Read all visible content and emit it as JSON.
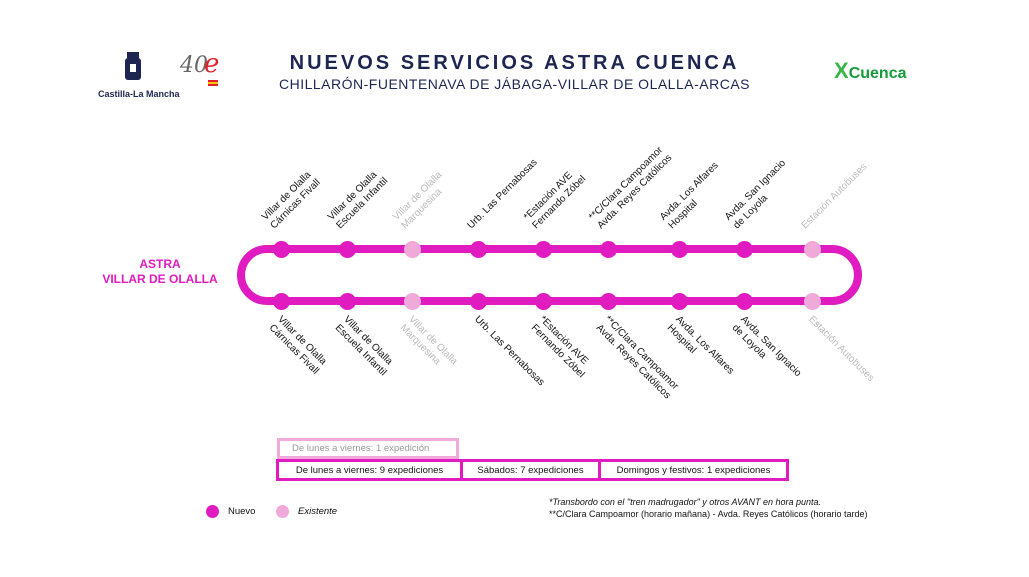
{
  "header": {
    "title": "NUEVOS SERVICIOS ASTRA CUENCA",
    "subtitle": "CHILLARÓN-FUENTENAVA DE JÁBAGA-VILLAR DE OLALLA-ARCAS"
  },
  "logos": {
    "clm": "Castilla-La Mancha",
    "anniversary": "40e",
    "xcuenca_x": "X",
    "xcuenca": "Cuenca"
  },
  "line": {
    "name_1": "ASTRA",
    "name_2": "VILLAR DE OLALLA",
    "color_new": "#e01bbf",
    "color_existing": "#f1a9d9"
  },
  "stops": [
    {
      "label": "Villar de Olalla\nCárnicas Fivall",
      "type": "new"
    },
    {
      "label": "Villar de Olalla\nEscuela Infantil",
      "type": "new"
    },
    {
      "label": "Villar de Olalla\nMarquesina",
      "type": "existing"
    },
    {
      "label": "Urb. Las Pernabosas",
      "type": "new"
    },
    {
      "label": "*Estación AVE\nFernando Zóbel",
      "type": "new"
    },
    {
      "label": "**C/Clara Campoamor\nAvda. Reyes Católicos",
      "type": "new"
    },
    {
      "label": "Avda. Los Alfares\nHospital",
      "type": "new"
    },
    {
      "label": "Avda. San Ignacio\nde Loyola",
      "type": "new"
    },
    {
      "label": "Estación Autobuses",
      "type": "existing"
    }
  ],
  "schedule": {
    "existing": "De lunes a viernes:  1 expedición",
    "new": [
      "De lunes a viernes: 9 expediciones",
      "Sábados: 7 expediciones",
      "Domingos y festivos: 1 expediciones"
    ]
  },
  "legend": {
    "new": "Nuevo",
    "existing": "Existente"
  },
  "notes": [
    "*Transbordo con el \"tren madrugador\" y otros AVANT en hora punta.",
    "**C/Clara Campoamor (horario mañana) - Avda. Reyes Católicos (horario tarde)"
  ]
}
